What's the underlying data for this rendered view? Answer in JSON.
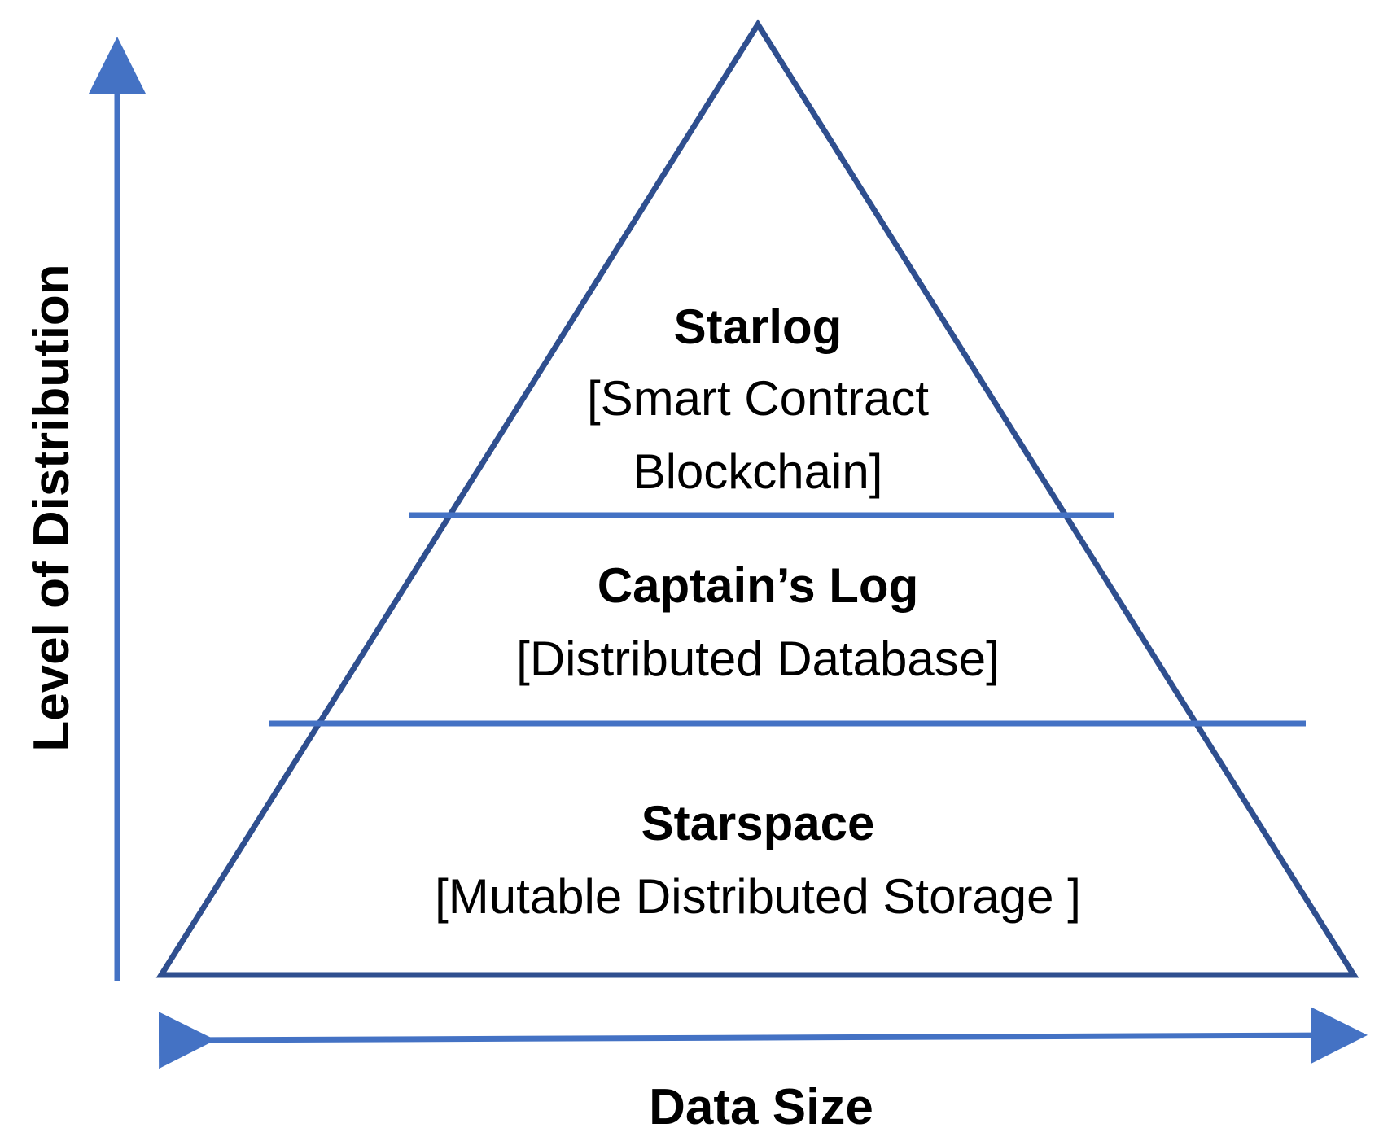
{
  "colors": {
    "triangle_outline": "#2f4f8f",
    "divider_lines": "#4472c4",
    "axis_arrows": "#4472c4",
    "text": "#000000"
  },
  "tiers": [
    {
      "title": "Starlog",
      "description_lines": [
        "[Smart Contract",
        "Blockchain]"
      ]
    },
    {
      "title": "Captain’s Log",
      "description_lines": [
        "[Distributed Database]"
      ]
    },
    {
      "title": "Starspace",
      "description_lines": [
        "[Mutable Distributed Storage ]"
      ]
    }
  ],
  "axes": {
    "y_label": "Level of Distribution",
    "x_label": "Data Size"
  }
}
